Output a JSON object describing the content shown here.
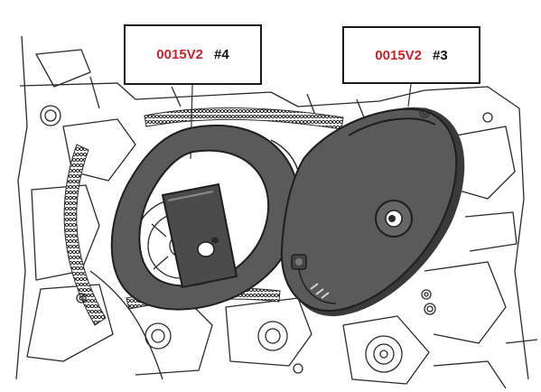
{
  "callouts": [
    {
      "code": "0015V2",
      "number": "#4"
    },
    {
      "code": "0015V2",
      "number": "#3"
    }
  ],
  "colors": {
    "code_text": "#d0202a",
    "number_text": "#111111",
    "line_art": "#2a2a2a",
    "tool_fill": "#5a5a5a",
    "tool_dark": "#3a3a3a",
    "background": "#ffffff"
  }
}
